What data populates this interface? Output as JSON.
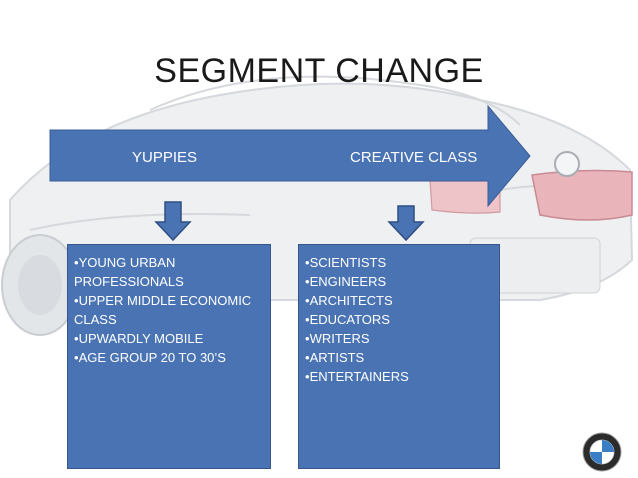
{
  "slide": {
    "title": "SEGMENT CHANGE",
    "arrow": {
      "left_label": "YUPPIES",
      "right_label": "CREATIVE CLASS"
    },
    "left_box": {
      "items": [
        "YOUNG URBAN PROFESSIONALS",
        "UPPER MIDDLE ECONOMIC CLASS",
        "UPWARDLY MOBILE",
        "AGE GROUP 20 TO 30’S"
      ]
    },
    "right_box": {
      "items": [
        "SCIENTISTS",
        "ENGINEERS",
        "ARCHITECTS",
        "EDUCATORS",
        "WRITERS",
        "ARTISTS",
        "ENTERTAINERS"
      ]
    }
  },
  "colors": {
    "arrow_fill": "#4a73b4",
    "box_fill": "#4a73b4",
    "text_light": "#ffffff",
    "title": "#1a1a1a"
  },
  "icons": {
    "background": "car-sketch-icon",
    "logo": "bmw-logo-icon",
    "down_arrows": "arrow-down-icon"
  }
}
